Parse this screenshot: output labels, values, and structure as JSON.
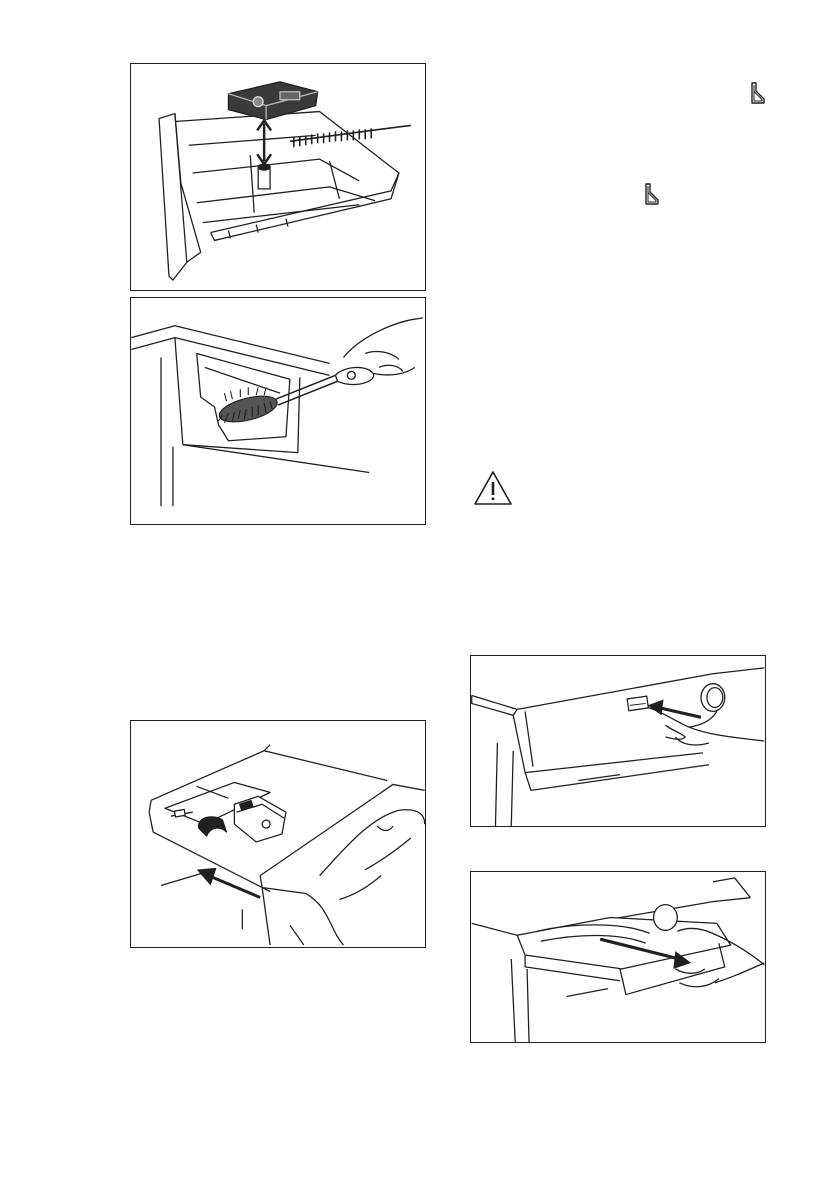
{
  "document": {
    "figures": [
      {
        "id": "fig-1",
        "icon": "dispenser-insert-removal"
      },
      {
        "id": "fig-2",
        "icon": "brush-cleaning-dispenser-recess"
      },
      {
        "id": "fig-3",
        "icon": "dispenser-drawer-insert"
      },
      {
        "id": "fig-4",
        "icon": "press-release-lever"
      },
      {
        "id": "fig-5",
        "icon": "pull-out-drawer"
      }
    ],
    "symbols": {
      "liquid_flap_icon": "liquid-detergent-flap-icon",
      "warning_icon": "warning-triangle-icon"
    }
  }
}
